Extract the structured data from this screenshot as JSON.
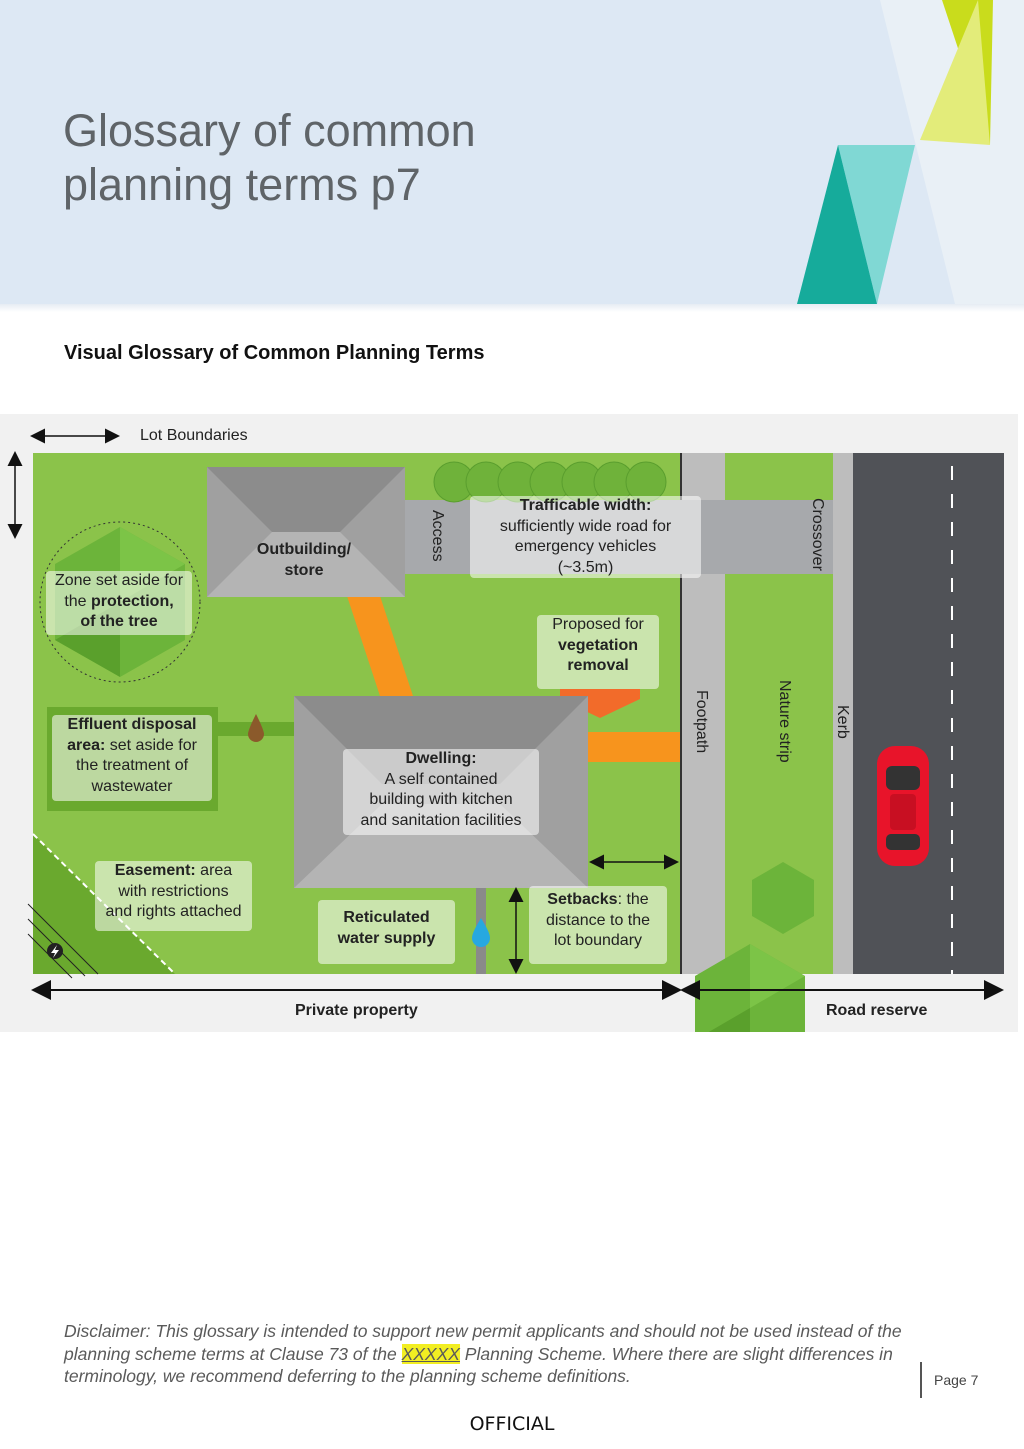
{
  "header": {
    "title_line1": "Glossary of common",
    "title_line2": "planning terms p7"
  },
  "subtitle": "Visual Glossary of Common Planning Terms",
  "diagram": {
    "lot_boundaries": "Lot Boundaries",
    "outbuilding": [
      "Outbuilding/",
      "store"
    ],
    "access": "Access",
    "trafficable": {
      "title": "Trafficable width:",
      "line1": "sufficiently wide road for",
      "line2": "emergency vehicles",
      "line3": "(~3.5m)"
    },
    "crossover": "Crossover",
    "tree_zone": {
      "line1": "Zone set aside for",
      "line2_pre": "the ",
      "line2_bold": "protection,",
      "line3": "of the tree"
    },
    "vegetation": {
      "line1": "Proposed for",
      "line2": "vegetation",
      "line3": "removal"
    },
    "footpath": "Footpath",
    "nature_strip": "Nature strip",
    "kerb": "Kerb",
    "effluent": {
      "bold1": "Effluent disposal",
      "bold2": "area:",
      "rest2": " set aside for",
      "line3": "the treatment of",
      "line4": "wastewater"
    },
    "dwelling": {
      "title": "Dwelling:",
      "line1": "A self contained",
      "line2": "building with kitchen",
      "line3": "and sanitation facilities"
    },
    "easement": {
      "bold": "Easement:",
      "rest1": " area",
      "line2": "with restrictions",
      "line3": "and rights attached"
    },
    "water": {
      "line1": "Reticulated",
      "line2": "water supply"
    },
    "setbacks": {
      "bold": "Setbacks",
      "rest1": ": the",
      "line2": "distance to the",
      "line3": "lot boundary"
    },
    "private_property": "Private property",
    "road_reserve": "Road reserve"
  },
  "disclaimer": {
    "part1": "Disclaimer: This glossary is intended to support new permit applicants and should not be used instead of the planning scheme terms at Clause 73 of the ",
    "highlight": "XXXXX",
    "part2": " Planning Scheme. Where there are slight differences in terminology, we recommend deferring to the planning scheme definitions."
  },
  "page_label": "Page 7",
  "footer": "OFFICIAL",
  "colors": {
    "header_bg": "#dde8f4",
    "lawn": "#8bc34a",
    "road": "#505257",
    "orange": "#f7941d",
    "teal": "#1aa99b",
    "lime": "#cddc39"
  }
}
